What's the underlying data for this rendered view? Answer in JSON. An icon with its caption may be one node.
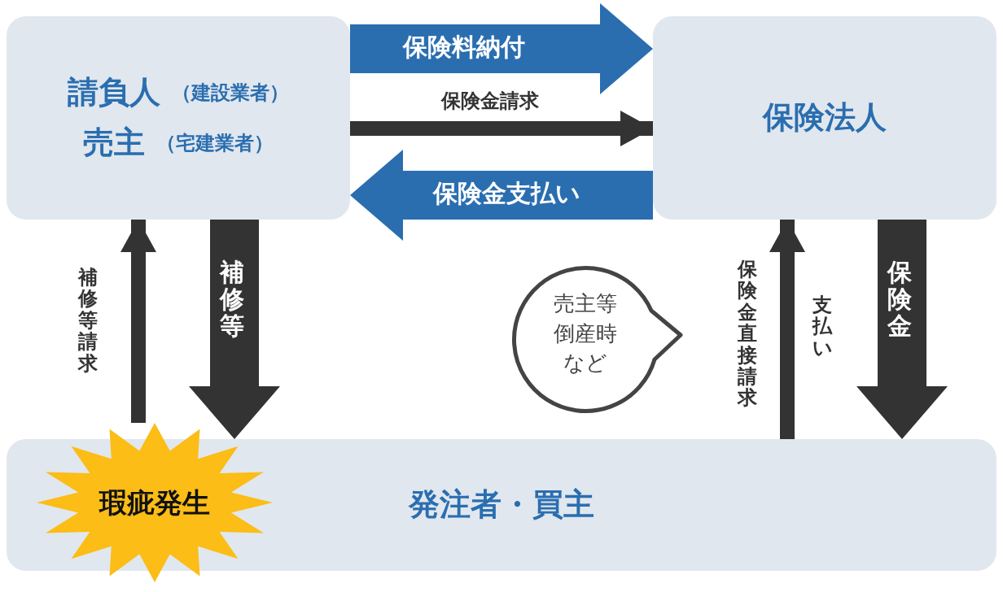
{
  "diagram": {
    "nodes": [
      {
        "text": [
          "請負人",
          "（建設業者）",
          "売主",
          "（宅建業者）"
        ]
      },
      {
        "text": [
          "保険法人"
        ]
      },
      {
        "text": [
          "発注者・買主"
        ]
      },
      {
        "text": [
          "瑕疵発生"
        ]
      },
      {
        "text": [
          "売主等倒産時など"
        ]
      }
    ],
    "edges": [
      {
        "from": 0,
        "to": 1,
        "arrow": "to",
        "label": "保険料納付",
        "style": "thick",
        "color": "#2a6eb0"
      },
      {
        "from": 0,
        "to": 1,
        "arrow": "to",
        "label": "保険金請求"
      },
      {
        "from": 1,
        "to": 0,
        "arrow": "to",
        "label": "保険金支払い",
        "style": "thick",
        "color": "#2a6eb0"
      },
      {
        "from": 3,
        "to": 0,
        "arrow": "to",
        "label": "補修等請求"
      },
      {
        "from": 0,
        "to": 2,
        "arrow": "to",
        "label": "補修等",
        "style": "thick"
      },
      {
        "from": 2,
        "to": 1,
        "arrow": "to",
        "label": "保険金直接請求"
      },
      {
        "from": 1,
        "to": 2,
        "arrow": "to",
        "label": "保険金",
        "style": "thick"
      }
    ],
    "labels": [
      "支払い"
    ]
  }
}
